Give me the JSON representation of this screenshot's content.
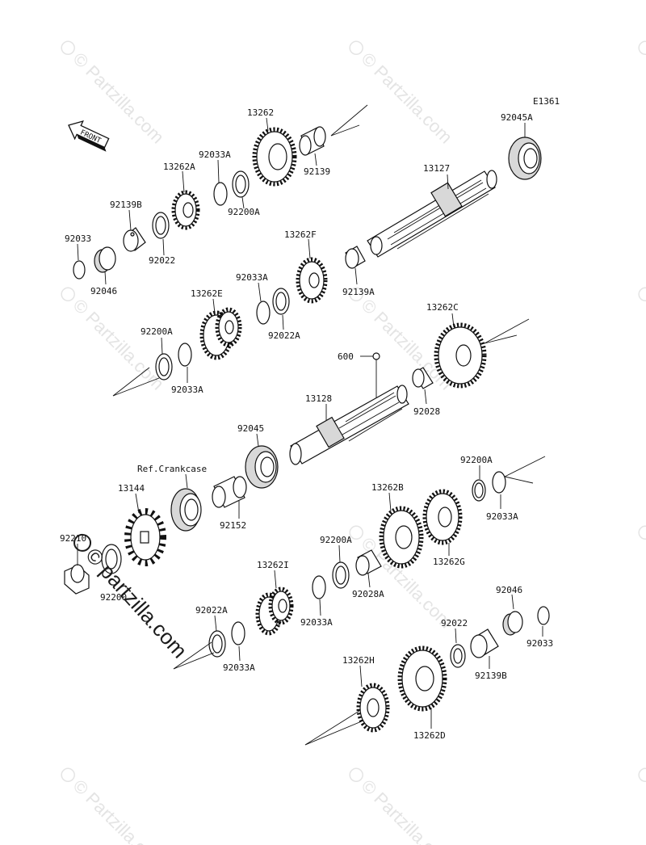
{
  "diagram_code": "E1361",
  "front_label": "FRONT",
  "ref_label": "Ref.Crankcase",
  "watermark": "© Partzilla.com",
  "big_watermark": "© partzilla.com",
  "parts": [
    {
      "id": "13262",
      "text": "13262"
    },
    {
      "id": "92033A-a",
      "text": "92033A"
    },
    {
      "id": "13262A",
      "text": "13262A"
    },
    {
      "id": "92139",
      "text": "92139"
    },
    {
      "id": "92200A-a",
      "text": "92200A"
    },
    {
      "id": "92139B-a",
      "text": "92139B"
    },
    {
      "id": "92033-a",
      "text": "92033"
    },
    {
      "id": "92022-a",
      "text": "92022"
    },
    {
      "id": "92046-a",
      "text": "92046"
    },
    {
      "id": "92045A",
      "text": "92045A"
    },
    {
      "id": "13127",
      "text": "13127"
    },
    {
      "id": "13262F",
      "text": "13262F"
    },
    {
      "id": "92139A",
      "text": "92139A"
    },
    {
      "id": "92033A-b",
      "text": "92033A"
    },
    {
      "id": "13262E",
      "text": "13262E"
    },
    {
      "id": "92022A-a",
      "text": "92022A"
    },
    {
      "id": "92200A-b",
      "text": "92200A"
    },
    {
      "id": "92033A-c",
      "text": "92033A"
    },
    {
      "id": "13262C",
      "text": "13262C"
    },
    {
      "id": "600",
      "text": "600"
    },
    {
      "id": "13128",
      "text": "13128"
    },
    {
      "id": "92028",
      "text": "92028"
    },
    {
      "id": "92045",
      "text": "92045"
    },
    {
      "id": "13144",
      "text": "13144"
    },
    {
      "id": "92152",
      "text": "92152"
    },
    {
      "id": "92200A-c",
      "text": "92200A"
    },
    {
      "id": "92033A-d",
      "text": "92033A"
    },
    {
      "id": "13262B",
      "text": "13262B"
    },
    {
      "id": "13262G",
      "text": "13262G"
    },
    {
      "id": "92210",
      "text": "92210"
    },
    {
      "id": "92200-a",
      "text": "92200"
    },
    {
      "id": "92200A-d",
      "text": "92200A"
    },
    {
      "id": "13262I",
      "text": "13262I"
    },
    {
      "id": "92028A",
      "text": "92028A"
    },
    {
      "id": "92033A-e",
      "text": "92033A"
    },
    {
      "id": "92022A-b",
      "text": "92022A"
    },
    {
      "id": "92033A-f",
      "text": "92033A"
    },
    {
      "id": "92046-b",
      "text": "92046"
    },
    {
      "id": "92022-b",
      "text": "92022"
    },
    {
      "id": "92033-b",
      "text": "92033"
    },
    {
      "id": "92139B-b",
      "text": "92139B"
    },
    {
      "id": "13262H",
      "text": "13262H"
    },
    {
      "id": "13262D",
      "text": "13262D"
    }
  ]
}
